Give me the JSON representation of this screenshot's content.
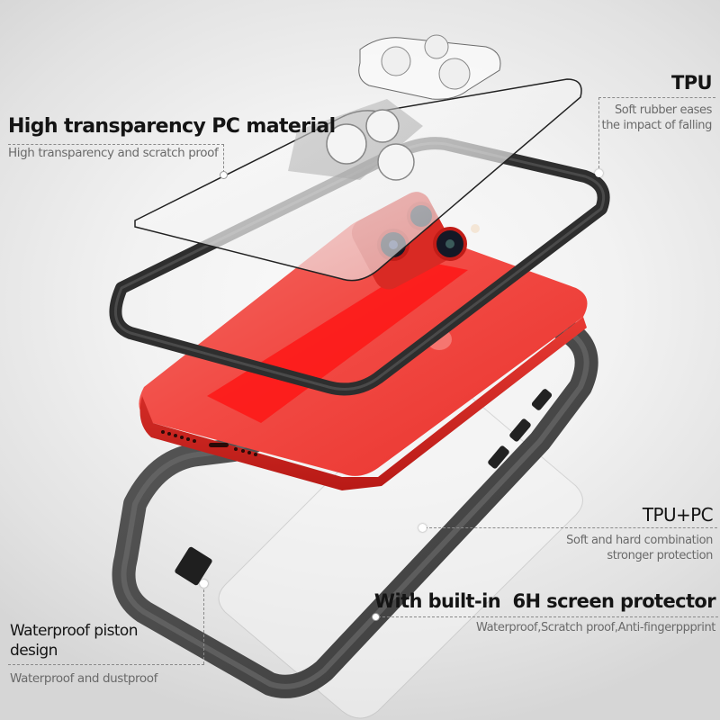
{
  "product": {
    "name": "Waterproof phone case exploded view",
    "device_color": "#e8201e",
    "frame_color": "#4a4a4a",
    "background_color": "#efefef"
  },
  "callouts": [
    {
      "id": "pc",
      "title": "High transparency PC material",
      "subtitle": "High transparency and scratch proof"
    },
    {
      "id": "tpu",
      "title": "TPU",
      "subtitle_lines": [
        "Soft rubber eases",
        "the impact of falling"
      ]
    },
    {
      "id": "tpupc",
      "title": "TPU+PC",
      "subtitle_lines": [
        "Soft and hard combination",
        "stronger protection"
      ]
    },
    {
      "id": "screen",
      "title": "With built-in  6H screen protector",
      "subtitle": "Waterproof,Scratch proof,Anti-fingerppprint"
    },
    {
      "id": "piston",
      "title_lines": [
        "Waterproof piston",
        "design"
      ],
      "subtitle": "Waterproof and dustproof"
    }
  ],
  "components": [
    {
      "name": "clear back cover",
      "material": "PC"
    },
    {
      "name": "black inner bumper frame",
      "material": "TPU"
    },
    {
      "name": "red smartphone",
      "color": "red"
    },
    {
      "name": "outer grey frame",
      "material": "TPU+PC"
    },
    {
      "name": "screen protector film",
      "hardness": "6H"
    }
  ]
}
